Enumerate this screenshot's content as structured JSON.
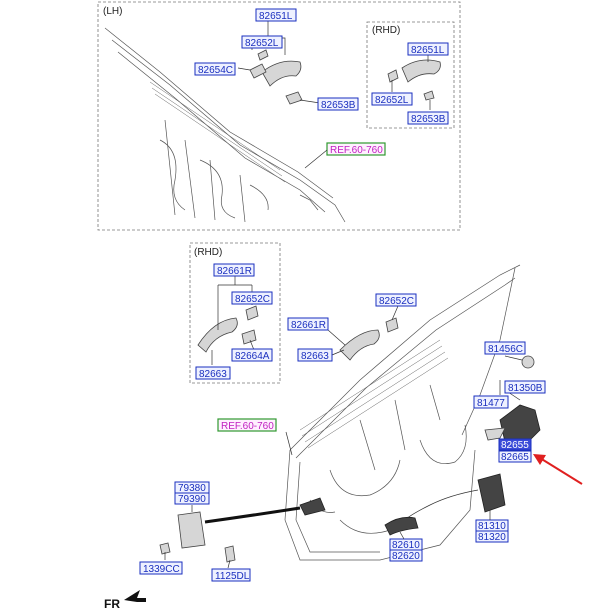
{
  "panels": {
    "lh_title": "(LH)",
    "rhd_top_title": "(RHD)",
    "rhd_mid_title": "(RHD)"
  },
  "labels": {
    "lh_82651l": "82651L",
    "lh_82652l": "82652L",
    "lh_82654c": "82654C",
    "lh_82653b": "82653B",
    "ref_top": "REF.60-760",
    "rhd_82651l": "82651L",
    "rhd_82652l": "82652L",
    "rhd_82653b": "82653B",
    "rhd_82661r": "82661R",
    "rhd_82652c": "82652C",
    "rhd_82664a": "82664A",
    "rhd_82663": "82663",
    "main_82652c": "82652C",
    "main_82661r": "82661R",
    "main_82663": "82663",
    "main_81456c": "81456C",
    "main_81350b": "81350B",
    "main_81477": "81477",
    "main_82655": "82655",
    "main_82665": "82665",
    "ref_mid": "REF.60-760",
    "main_79380": "79380",
    "main_79390": "79390",
    "main_1339cc": "1339CC",
    "main_1125dl": "1125DL",
    "main_82610": "82610",
    "main_82620": "82620",
    "main_81310": "81310",
    "main_81320": "81320"
  },
  "direction": {
    "label": "FR"
  },
  "colors": {
    "label_text": "#1a2fbf",
    "label_fill": "#eef1ff",
    "ref_text": "#c01fc0",
    "ref_border": "#2f9a2f",
    "highlight_fill": "#3a4bd8",
    "arrow": "#e02020"
  }
}
